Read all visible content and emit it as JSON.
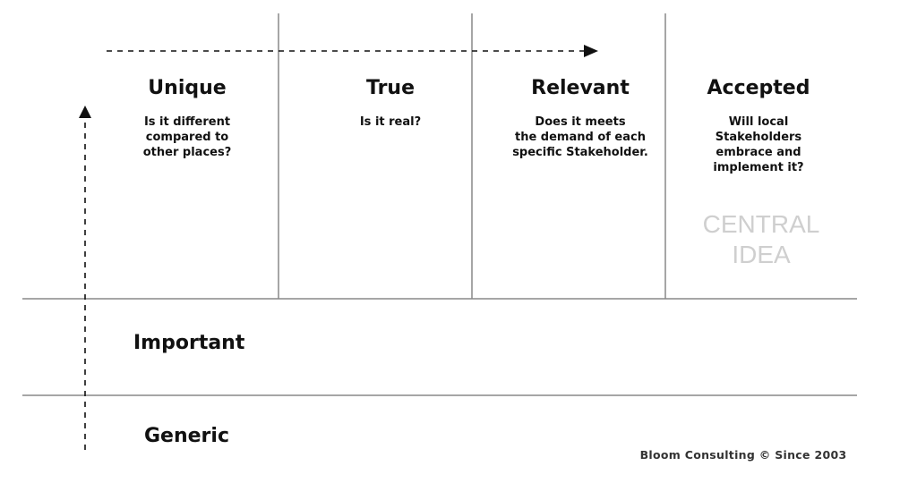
{
  "columns": [
    {
      "title": "Unique",
      "question": "Is it different\ncompared to\nother places?"
    },
    {
      "title": "True",
      "question": "Is it real?"
    },
    {
      "title": "Relevant",
      "question": "Does it meets\nthe demand of each\nspecific Stakeholder."
    },
    {
      "title": "Accepted",
      "question": "Will local\nStakeholders\nembrace and\nimplement it?"
    }
  ],
  "central_idea": "CENTRAL\nIDEA",
  "rows": {
    "important": "Important",
    "generic": "Generic"
  },
  "footer": "Bloom Consulting © Since 2003",
  "colors": {
    "line": "#888888",
    "text": "#111111",
    "central_idea": "#cfcfcf"
  }
}
